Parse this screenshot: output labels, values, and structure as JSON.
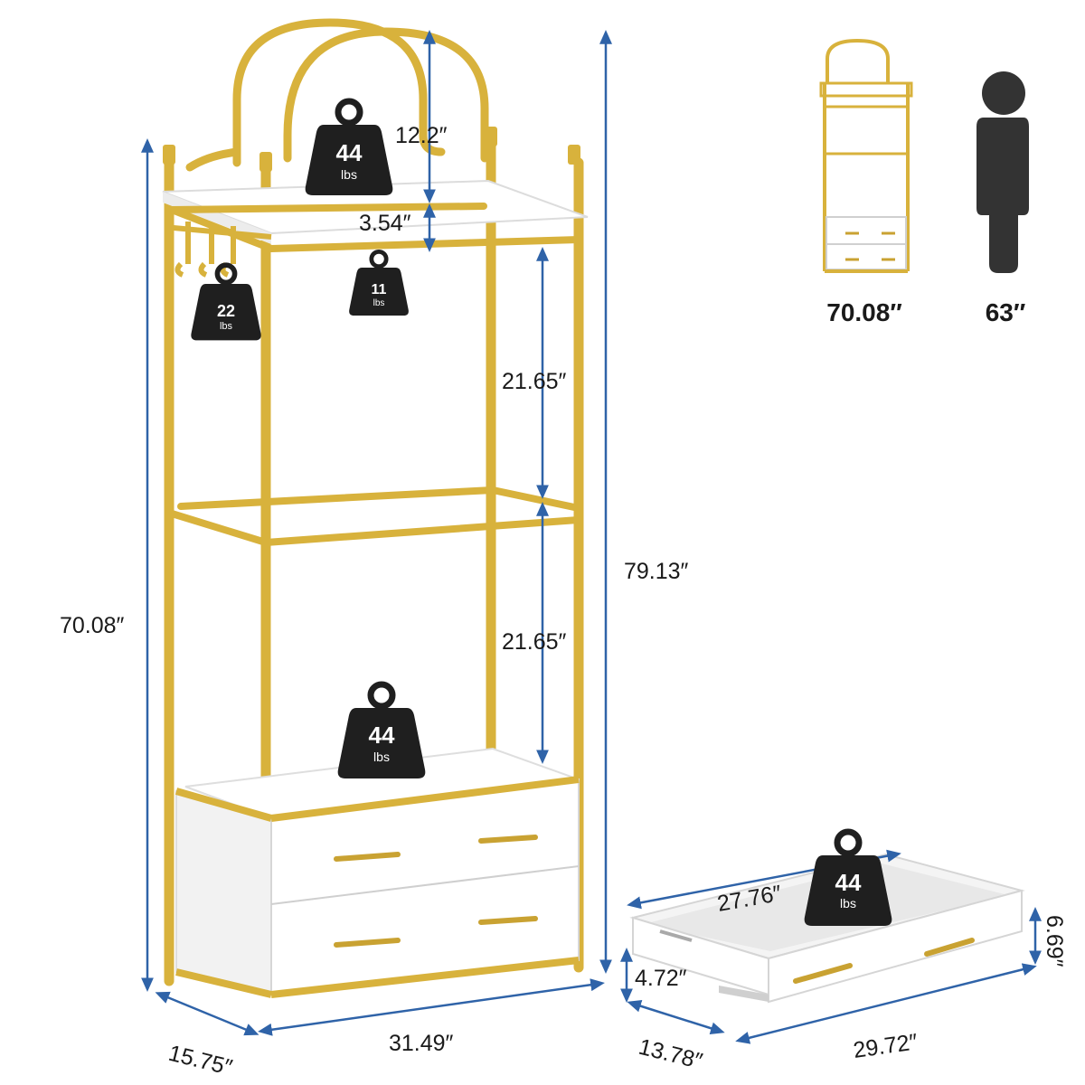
{
  "colors": {
    "frame_gold": "#d8b23c",
    "frame_gold_dark": "#b8922a",
    "dimension_blue": "#2f63a8",
    "panel_white": "#ffffff",
    "panel_shade": "#ececec",
    "weight_black": "#1f1f1f",
    "silhouette": "#333333"
  },
  "dimensions": {
    "total_height": "79.13″",
    "frame_height": "70.08″",
    "arch_height": "12.2″",
    "shelf_gap": "3.54″",
    "upper_compartment": "21.65″",
    "lower_compartment": "21.65″",
    "depth": "15.75″",
    "width": "31.49″"
  },
  "weights": {
    "top_shelf": {
      "value": "44",
      "unit": "lbs"
    },
    "hooks": {
      "value": "22",
      "unit": "lbs"
    },
    "hanging_rod": {
      "value": "11",
      "unit": "lbs"
    },
    "drawer_top": {
      "value": "44",
      "unit": "lbs"
    },
    "drawer_inner": {
      "value": "44",
      "unit": "lbs"
    }
  },
  "comparison": {
    "rack_height": "70.08″",
    "person_height": "63″"
  },
  "drawer": {
    "inner_width": "27.76″",
    "height": "6.69″",
    "inner_height": "4.72″",
    "depth": "13.78″",
    "width": "29.72″"
  }
}
